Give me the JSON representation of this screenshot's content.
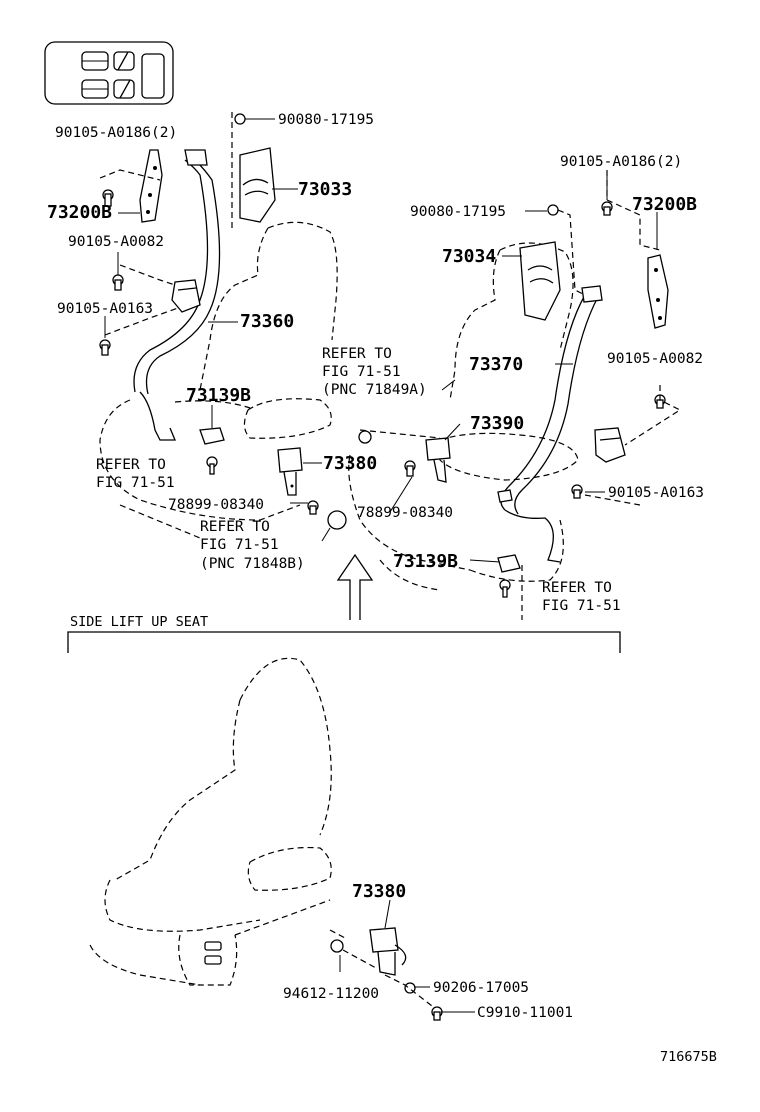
{
  "labels": {
    "p90105_a0186_2_left": "90105-A0186(2)",
    "p90080_17195_top": "90080-17195",
    "p73033": "73033",
    "p73200b_left": "73200B",
    "p90105_a0082_left": "90105-A0082",
    "p90105_a0163_left": "90105-A0163",
    "p73360": "73360",
    "p73139b_left": "73139B",
    "p73380_upper": "73380",
    "p78899_08340_left": "78899-08340",
    "p90105_a0186_2_right": "90105-A0186(2)",
    "p90080_17195_right": "90080-17195",
    "p73200b_right": "73200B",
    "p73034": "73034",
    "p73370": "73370",
    "p90105_a0082_right": "90105-A0082",
    "p73390": "73390",
    "p90105_a0163_right": "90105-A0163",
    "p78899_08340_right": "78899-08340",
    "p73139b_right": "73139B",
    "p73380_lower": "73380",
    "p90206_17005": "90206-17005",
    "p94612_11200": "94612-11200",
    "pc9910_11001": "C9910-11001"
  },
  "notes": {
    "refer_to": "REFER TO",
    "fig_71_51": "FIG 71-51",
    "pnc_71849a": "(PNC 71849A)",
    "pnc_71848b": "(PNC 71848B)"
  },
  "section_title": "SIDE LIFT UP SEAT",
  "diagram_code": "716675B"
}
